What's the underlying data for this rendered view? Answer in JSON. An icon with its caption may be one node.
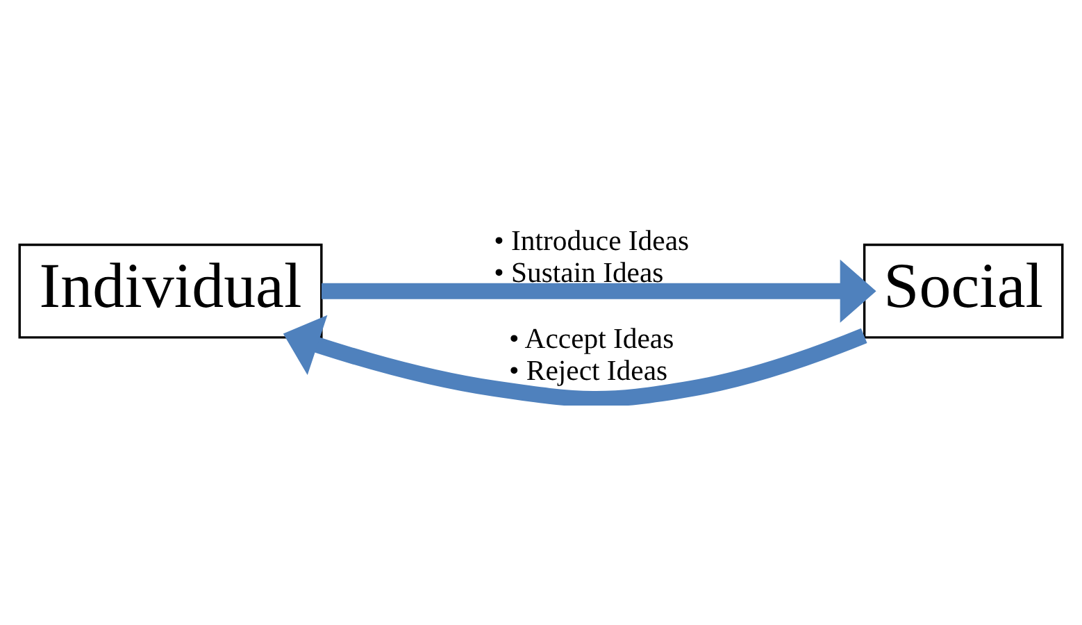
{
  "diagram": {
    "nodes": [
      {
        "text": [
          "Individual"
        ]
      },
      {
        "text": [
          "Social"
        ]
      }
    ],
    "edges": [
      {
        "from": 0,
        "to": 1,
        "arrow": "to",
        "label": "• Introduce Ideas • Sustain Ideas"
      },
      {
        "from": 1,
        "to": 0,
        "arrow": "to",
        "label": "• Accept Ideas • Reject Ideas"
      }
    ]
  }
}
